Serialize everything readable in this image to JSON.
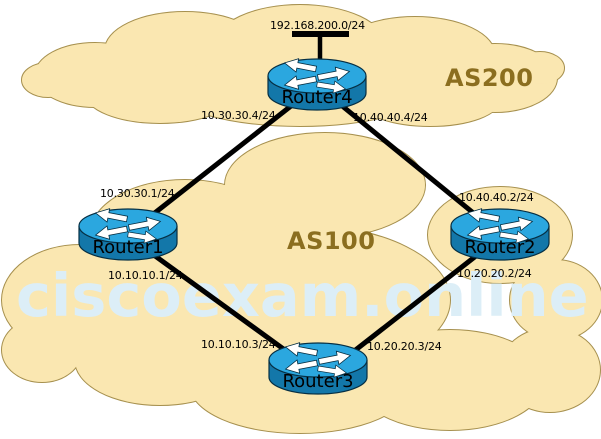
{
  "watermark": {
    "text": "ciscoexam.online",
    "color": "#dceef7"
  },
  "autonomous_systems": [
    {
      "label": "AS200",
      "color": "#8b6e1f"
    },
    {
      "label": "AS100",
      "color": "#8b6e1f"
    }
  ],
  "lan_segment": {
    "label": "192.168.200.0/24",
    "attached_to": "Router4"
  },
  "routers": [
    {
      "name": "Router4",
      "as": "AS200"
    },
    {
      "name": "Router1",
      "as": "AS100"
    },
    {
      "name": "Router2",
      "as": "AS100"
    },
    {
      "name": "Router3",
      "as": "AS100"
    }
  ],
  "links": [
    {
      "from": "Router4",
      "to": "Router1"
    },
    {
      "from": "Router4",
      "to": "Router2"
    },
    {
      "from": "Router1",
      "to": "Router3"
    },
    {
      "from": "Router2",
      "to": "Router3"
    }
  ],
  "interfaces": {
    "r4_to_r1": "10.30.30.4/24",
    "r4_to_r2": "10.40.40.4/24",
    "r1_to_r4": "10.30.30.1/24",
    "r2_to_r4": "10.40.40.2/24",
    "r1_to_r3": "10.10.10.1/24",
    "r2_to_r3": "10.20.20.2/24",
    "r3_to_r1": "10.10.10.3/24",
    "r3_to_r2": "10.20.20.3/24"
  },
  "colors": {
    "cloud_fill": "#fae7b1",
    "cloud_border": "#a6904e",
    "router_top": "#2ba7df",
    "router_body": "#1377a9",
    "link": "#000000"
  }
}
